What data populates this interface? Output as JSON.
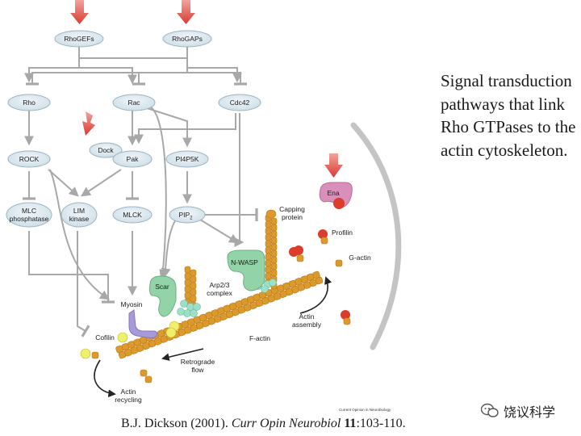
{
  "caption": "Signal transduction pathways that link Rho GTPases to the actin cytoskeleton.",
  "citation": {
    "authors": "B.J. Dickson (2001).",
    "journal": "Curr Opin Neurobiol",
    "volume": "11",
    "pages": ":103-110."
  },
  "watermark": "饶议科学",
  "source_credit": "Current Opinion in Neurobiology",
  "nodes": {
    "rhogefs": "RhoGEFs",
    "rhogaps": "RhoGAPs",
    "rho": "Rho",
    "rac": "Rac",
    "cdc42": "Cdc42",
    "rock": "ROCK",
    "dock": "Dock",
    "pak": "Pak",
    "pi4p5k": "PI4P5K",
    "mlc_phosphatase": [
      "MLC",
      "phosphatase"
    ],
    "lim_kinase": [
      "LIM",
      "kinase"
    ],
    "mlck": "MLCK",
    "pip2": "PIP",
    "pip2_sub": "2",
    "scar": "Scar",
    "nwasp": "N-WASP",
    "ena": "Ena"
  },
  "labels": {
    "capping_protein": [
      "Capping",
      "protein"
    ],
    "profilin": "Profilin",
    "g_actin": "G-actin",
    "arp23": [
      "Arp2/3",
      "complex"
    ],
    "myosin": "Myosin",
    "cofilin": "Cofilin",
    "f_actin": "F-actin",
    "actin_assembly": [
      "Actin",
      "assembly"
    ],
    "retrograde_flow": [
      "Retrograde",
      "flow"
    ],
    "actin_recycling": [
      "Actin",
      "recycling"
    ]
  },
  "colors": {
    "node_fill": "#dce8ee",
    "node_stroke": "#9fb4c0",
    "arrow_gray": "#a8a8a8",
    "red_arrow": "#e0453d",
    "actin_orange": "#dc9a2c",
    "arp_green": "#9de0c8",
    "scar_green": "#92d3a8",
    "ena_pink": "#d98fba",
    "profilin_red": "#dd3b2c",
    "cofilin_yellow": "#eef06a",
    "myosin_purple": "#a89ad8",
    "membrane_gray": "#c4c4c4"
  }
}
